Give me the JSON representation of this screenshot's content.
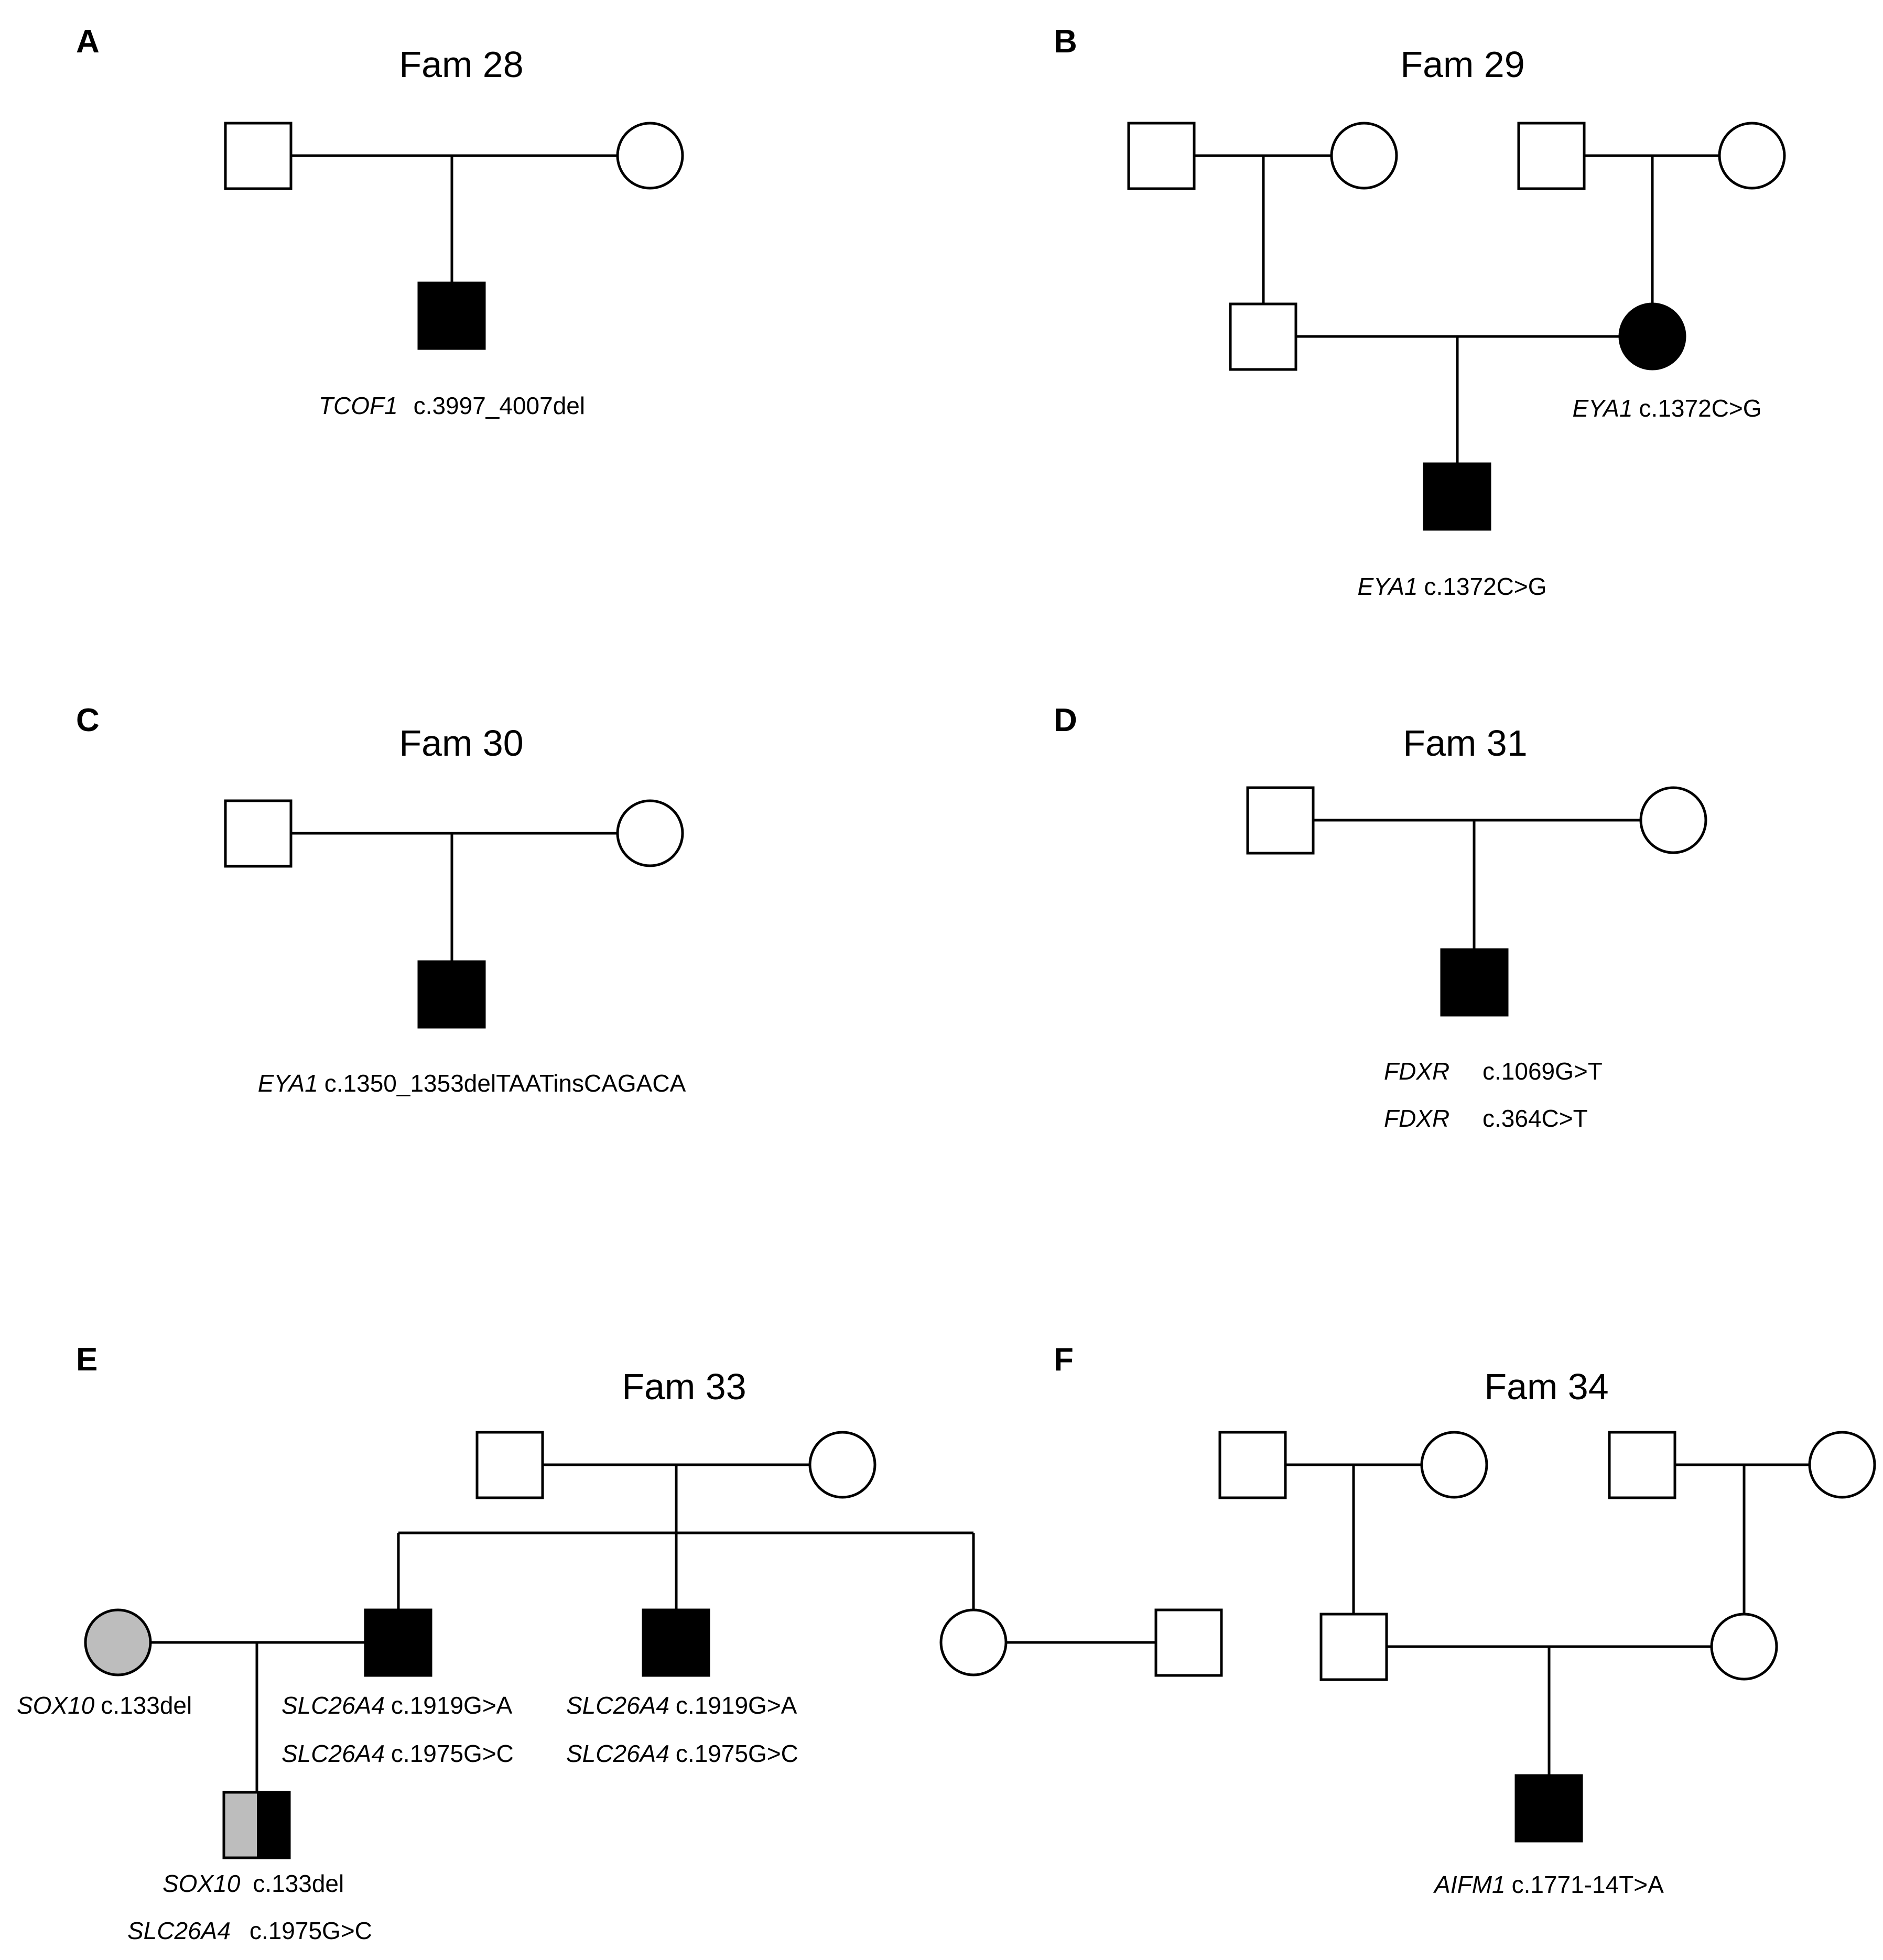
{
  "panels": [
    {
      "label": "A",
      "family": "Fam 28",
      "variants": [
        {
          "gene": "TCOF1",
          "change": "c.3997_4007del"
        }
      ]
    },
    {
      "label": "B",
      "family": "Fam 29",
      "variants": [
        {
          "gene": "EYA1",
          "change": "c.1372C>G"
        },
        {
          "gene": "EYA1",
          "change": "c.1372C>G"
        }
      ]
    },
    {
      "label": "C",
      "family": "Fam 30",
      "variants": [
        {
          "gene": "EYA1",
          "change": "c.1350_1353delTAATinsCAGACA"
        }
      ]
    },
    {
      "label": "D",
      "family": "Fam 31",
      "variants": [
        {
          "gene": "FDXR",
          "change": "c.1069G>T"
        },
        {
          "gene": "FDXR",
          "change": "c.364C>T"
        }
      ]
    },
    {
      "label": "E",
      "family": "Fam 33",
      "variants": [
        {
          "gene": "SOX10",
          "change": "c.133del"
        },
        {
          "gene": "SLC26A4",
          "change": "c.1919G>A"
        },
        {
          "gene": "SLC26A4",
          "change": "c.1975G>C"
        },
        {
          "gene": "SLC26A4",
          "change": "c.1919G>A"
        },
        {
          "gene": "SLC26A4",
          "change": "c.1975G>C"
        },
        {
          "gene": "SOX10",
          "change": "c.133del"
        },
        {
          "gene": "SLC26A4",
          "change": "c.1975G>C"
        }
      ]
    },
    {
      "label": "F",
      "family": "Fam 34",
      "variants": [
        {
          "gene": "AIFM1",
          "change": "c.1771-14T>A"
        }
      ]
    }
  ],
  "colors": {
    "affected": "#000000",
    "unaffected": "#ffffff",
    "carrier": "#bdbdbd"
  }
}
